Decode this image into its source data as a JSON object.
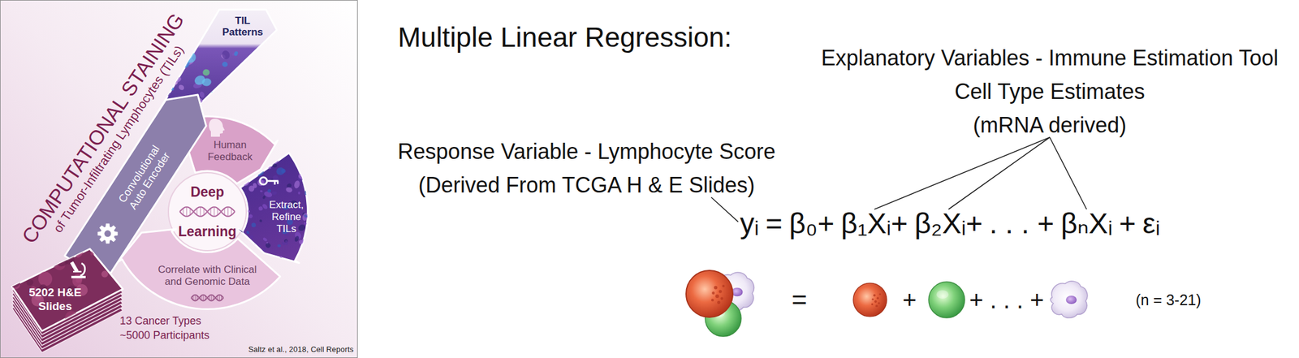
{
  "diagram": {
    "title": "Multiple Linear Regression:",
    "nodes": [
      {
        "text": [
          "COMPUTATIONAL STAINING",
          "of Tumor-Infiltrating Lymphocytes (TILs)"
        ]
      },
      {
        "text": [
          "TIL Patterns"
        ],
        "in": 0
      },
      {
        "text": [
          "Convolutional Auto Encoder"
        ],
        "in": 0
      },
      {
        "text": [
          "Human Feedback"
        ],
        "in": 0
      },
      {
        "text": [
          "Deep Learning"
        ],
        "in": 0
      },
      {
        "text": [
          "Extract, Refine TILs"
        ],
        "in": 0
      },
      {
        "text": [
          "Correlate with Clinical and Genomic Data"
        ],
        "in": 0
      },
      {
        "text": [
          "5202 H&E Slides"
        ],
        "in": 0
      }
    ],
    "labels": [
      "13 Cancer Types ~5000 Participants",
      "Saltz et al., 2018, Cell Reports",
      "Explanatory Variables - Immune Estimation Tool Cell Type Estimates (mRNA derived)",
      "Response Variable - Lymphocyte Score (Derived From TCGA H & E Slides)",
      "yᵢ",
      "=",
      "β₀+",
      "β₁Xᵢ+",
      "β₂Xᵢ+",
      ". . . +",
      "βₙXᵢ",
      "+",
      "εᵢ",
      "=",
      "+",
      "+ . . . +",
      "(n = 3-21)"
    ]
  }
}
